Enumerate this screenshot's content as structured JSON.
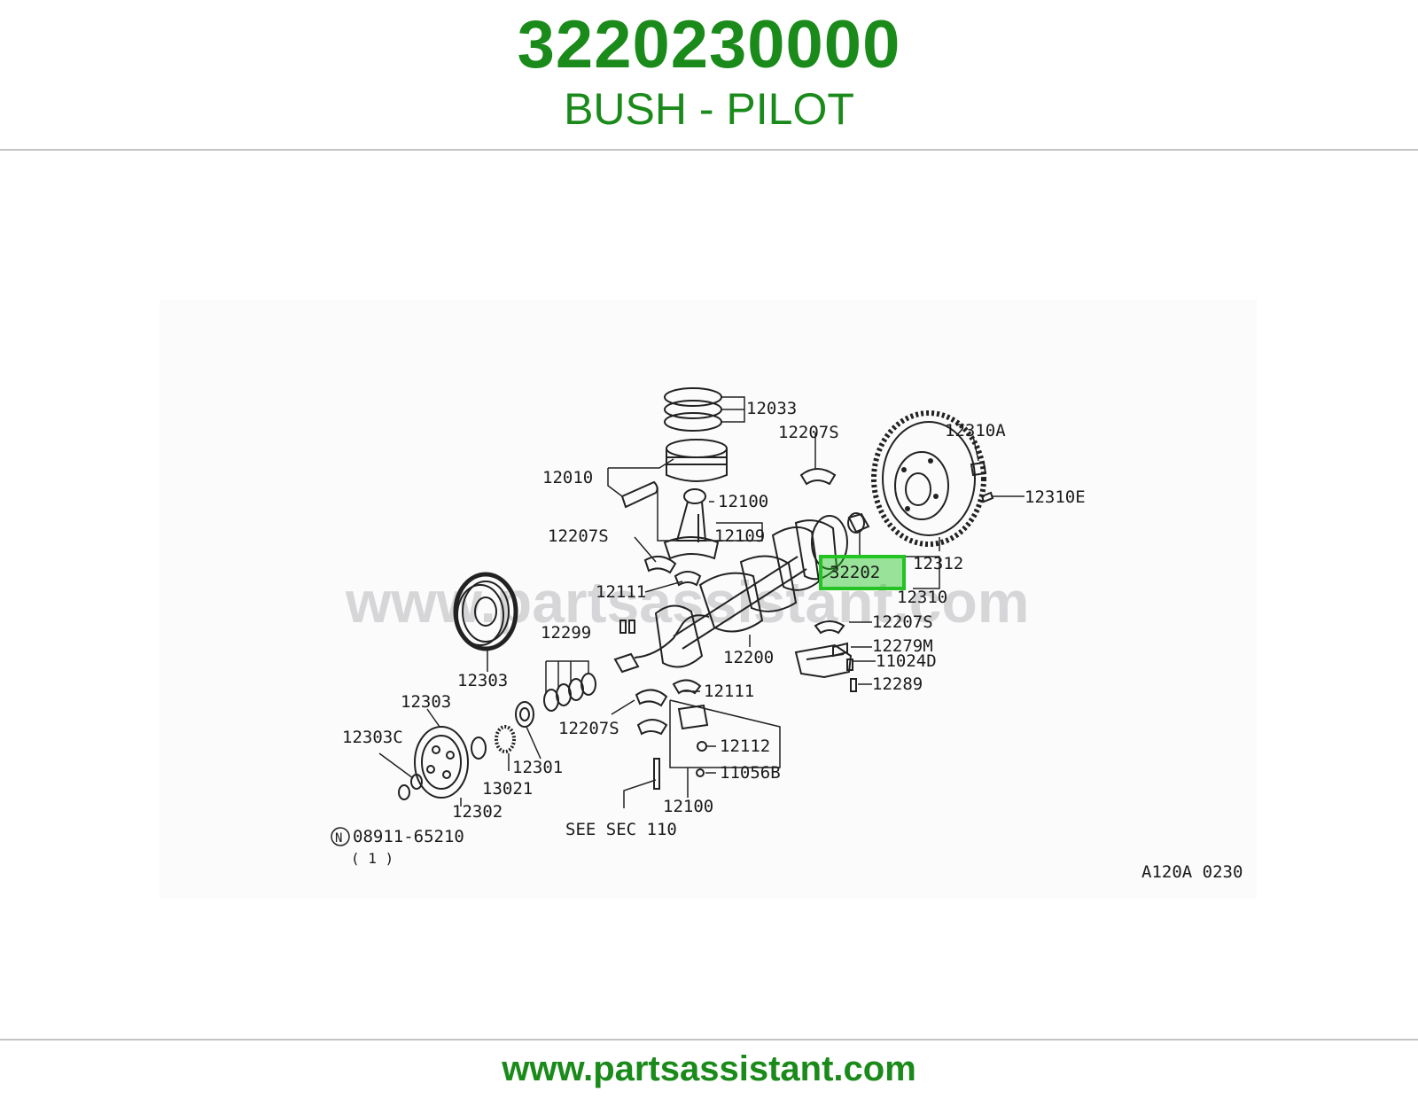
{
  "header": {
    "part_number": "3220230000",
    "part_name": "BUSH - PILOT"
  },
  "diagram": {
    "watermark": "www.partsassistant.com",
    "diagram_code": "A120A 0230",
    "highlighted_callout": "32202",
    "highlight_color": "#22c322",
    "callouts": {
      "c12033": "12033",
      "c12207s_top": "12207S",
      "c12310a": "12310A",
      "c12010": "12010",
      "c12100_top": "12100",
      "c12310e": "12310E",
      "c12207s_left": "12207S",
      "c12109": "12109",
      "c32202": "32202",
      "c12312": "12312",
      "c12111_top": "12111",
      "c12310": "12310",
      "c12207s_right": "12207S",
      "c12299": "12299",
      "c12279m": "12279M",
      "c12200": "12200",
      "c11024d": "11024D",
      "c12303_top": "12303",
      "c12289": "12289",
      "c12111_bottom": "12111",
      "c12303_mid": "12303",
      "c12207s_bottom": "12207S",
      "c12303c": "12303C",
      "c12112": "12112",
      "c12301": "12301",
      "c11056b": "11056B",
      "c13021": "13021",
      "c12302": "12302",
      "c12100_bottom": "12100",
      "c08911": "08911-65210",
      "c08911_qty": "( 1 )",
      "see_sec": "SEE SEC 110",
      "n_symbol": "N"
    }
  },
  "footer": {
    "url": "www.partsassistant.com"
  }
}
